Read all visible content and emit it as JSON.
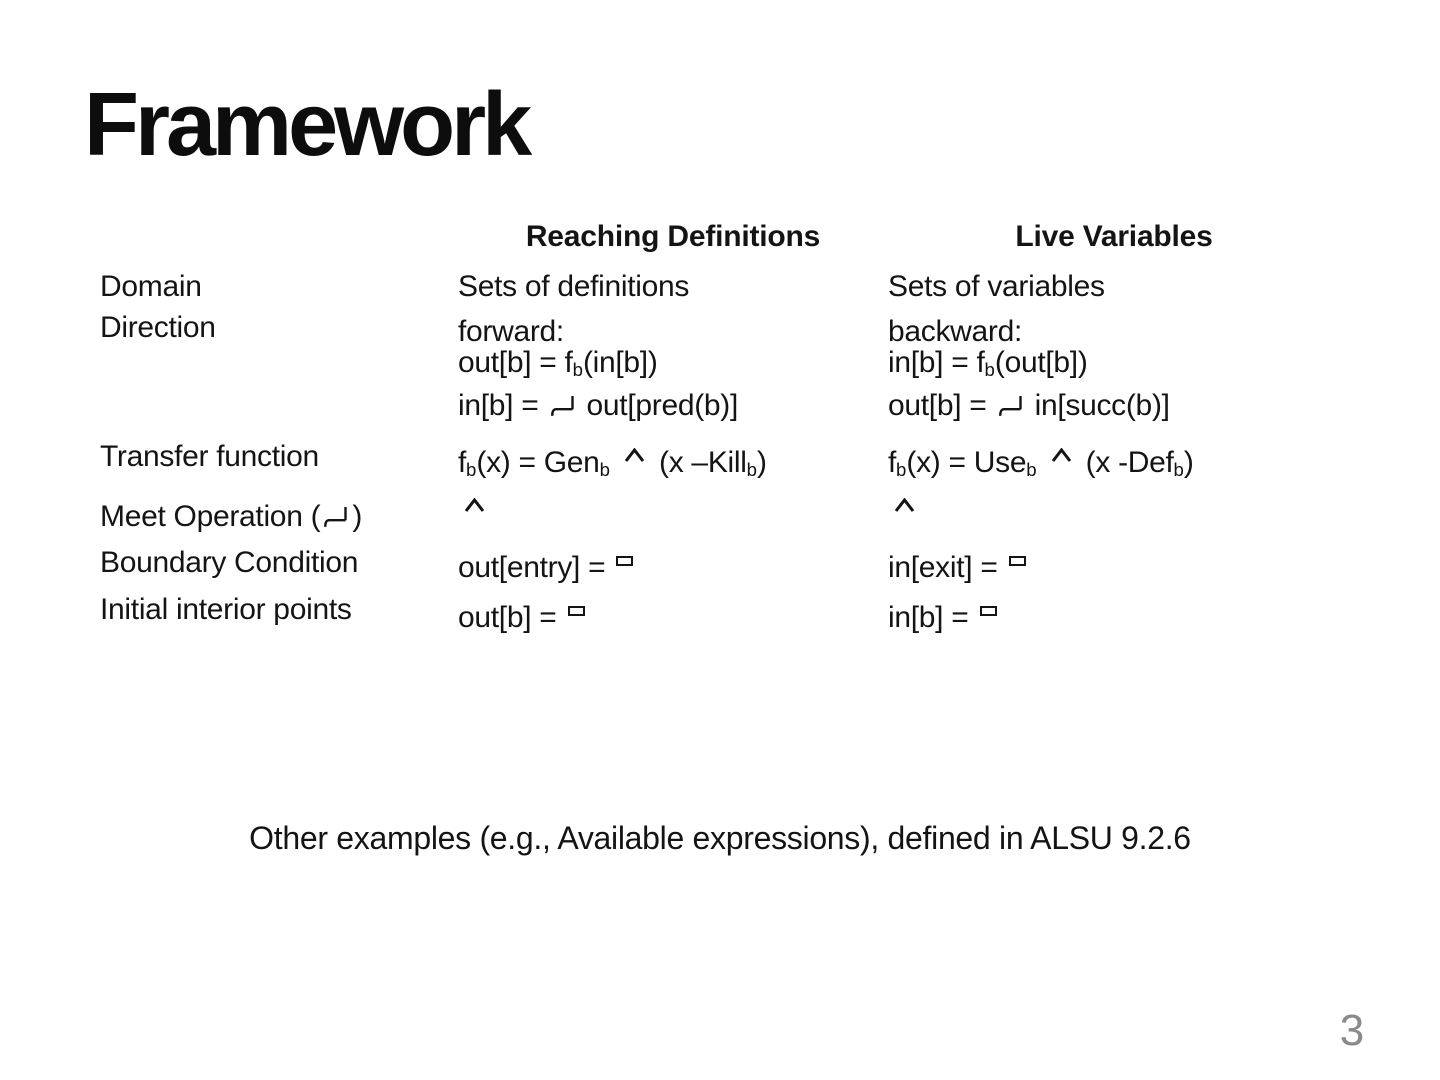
{
  "slide": {
    "title": "Framework",
    "footer_note": "Other examples (e.g., Available expressions), defined in ALSU 9.2.6",
    "page_number": "3",
    "colors": {
      "background": "#ffffff",
      "text": "#141414",
      "page_number": "#8a8a8a"
    }
  },
  "symbols": {
    "union": "set-union fallback glyph (horizontal bar, right ascender, left tail)",
    "meet": "caret / wedge fallback glyph",
    "empty": "empty-set fallback glyph (small hollow raised box)"
  },
  "table": {
    "column_headers": {
      "rd": "Reaching Definitions",
      "lv": "Live Variables"
    },
    "rows": {
      "domain": {
        "label": "Domain",
        "rd": "Sets of definitions",
        "lv": "Sets of variables"
      },
      "direction": {
        "label": "Direction",
        "rd_line1": "forward:",
        "rd_line2": [
          {
            "t": "out[b] = f"
          },
          {
            "sub": "b"
          },
          {
            "t": "(in[b])"
          }
        ],
        "rd_line3": [
          {
            "t": "in[b] = "
          },
          {
            "sym": "union"
          },
          {
            "t": " out[pred(b)]"
          }
        ],
        "lv_line1": "backward:",
        "lv_line2": [
          {
            "t": "in[b] = f"
          },
          {
            "sub": "b"
          },
          {
            "t": "(out[b])"
          }
        ],
        "lv_line3": [
          {
            "t": "out[b] = "
          },
          {
            "sym": "union"
          },
          {
            "t": " in[succ(b)]"
          }
        ]
      },
      "transfer": {
        "label": "Transfer function",
        "rd": [
          {
            "t": "f"
          },
          {
            "sub": "b"
          },
          {
            "t": "(x) = Gen"
          },
          {
            "sub": "b"
          },
          {
            "t": " "
          },
          {
            "sym": "meet"
          },
          {
            "t": " (x –Kill"
          },
          {
            "sub": "b"
          },
          {
            "t": ")"
          }
        ],
        "lv": [
          {
            "t": "f"
          },
          {
            "sub": "b"
          },
          {
            "t": "(x) = Use"
          },
          {
            "sub": "b"
          },
          {
            "t": " "
          },
          {
            "sym": "meet"
          },
          {
            "t": " (x -Def"
          },
          {
            "sub": "b"
          },
          {
            "t": ")"
          }
        ]
      },
      "meet": {
        "label": [
          {
            "t": "Meet Operation ("
          },
          {
            "sym": "union"
          },
          {
            "t": ")"
          }
        ],
        "rd": [
          {
            "sym": "meet"
          }
        ],
        "lv": [
          {
            "sym": "meet"
          }
        ]
      },
      "boundary": {
        "label": "Boundary Condition",
        "rd": [
          {
            "t": "out[entry] = "
          },
          {
            "sym": "empty"
          }
        ],
        "lv": [
          {
            "t": "in[exit] = "
          },
          {
            "sym": "empty"
          }
        ]
      },
      "initial": {
        "label": "Initial interior points",
        "rd": [
          {
            "t": "out[b] = "
          },
          {
            "sym": "empty"
          }
        ],
        "lv": [
          {
            "t": "in[b] = "
          },
          {
            "sym": "empty"
          }
        ]
      }
    }
  }
}
